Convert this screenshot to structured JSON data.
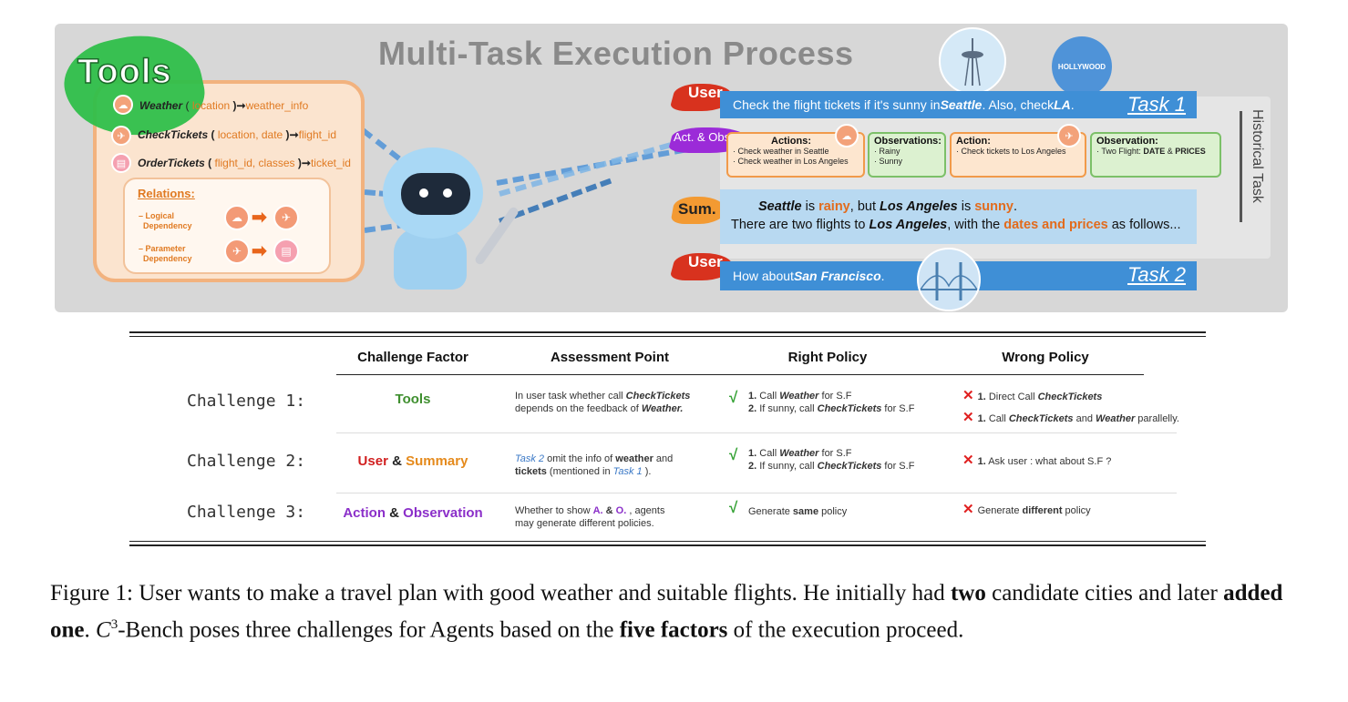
{
  "panel": {
    "title": "Multi-Task Execution Process",
    "tools_title": "Tools",
    "tools": [
      {
        "name": "Weather",
        "open": " ( ",
        "args": "location",
        "close": " )",
        "arrow": "➞",
        "output": "weather_info"
      },
      {
        "name": "CheckTickets",
        "open": " ( ",
        "args": "location, date",
        "close": " )",
        "arrow": "➞",
        "output": "flight_id"
      },
      {
        "name": "OrderTickets",
        "open": " ( ",
        "args": "flight_id, classes",
        "close": " )",
        "arrow": "➞",
        "output": "ticket_id"
      }
    ],
    "relations_title": "Relations:",
    "relations": [
      {
        "line1": "Logical",
        "line2": "Dependency"
      },
      {
        "line1": "Parameter",
        "line2": "Dependency"
      }
    ],
    "hollywood": "HOLLYWOOD",
    "user_label": "User",
    "ao_label": "Act. & Obs.",
    "sum_label": "Sum.",
    "task1": {
      "pre": "Check the flight tickets if it's sunny in ",
      "city": "Seattle",
      "mid": ". Also, check ",
      "city2": "LA",
      "end": ".",
      "tag": "Task 1"
    },
    "task2": {
      "pre": "How about ",
      "city": "San Francisco",
      "end": ".",
      "tag": "Task 2"
    },
    "historical": "Historical Task",
    "ao_boxes": [
      {
        "head": "Actions:",
        "lines": [
          "· Check weather in Seattle",
          "· Check weather in Los Angeles"
        ]
      },
      {
        "head": "Observations:",
        "lines": [
          "· Rainy",
          "· Sunny"
        ]
      },
      {
        "head": "Action:",
        "lines": [
          "· Check tickets to Los Angeles"
        ]
      },
      {
        "head": "Observation:",
        "line_pre": "· Two Flight: ",
        "line_b1": "DATE",
        "line_mid": " & ",
        "line_b2": "PRICES"
      }
    ],
    "summary": {
      "c1": "Seattle",
      "t1": " is ",
      "w1": "rainy",
      "t2": ", but ",
      "c2": "Los Angeles",
      "t3": " is ",
      "w2": "sunny",
      "t4": ".",
      "l2a": "There are two flights to ",
      "c3": "Los Angeles",
      "l2b": ", with the ",
      "w3": "dates and prices",
      "l2c": " as follows..."
    }
  },
  "table": {
    "headers": [
      "Challenge Factor",
      "Assessment Point",
      "Right Policy",
      "Wrong Policy"
    ],
    "rows": [
      {
        "label": "Challenge 1:",
        "factor": "Tools",
        "ap1": "In user task whether call ",
        "ap1b": "CheckTickets",
        "ap2": "depends on the feedback of ",
        "ap2b": "Weather.",
        "rp": [
          {
            "num": "1.",
            "pre": " Call ",
            "b": "Weather",
            "post": "  for S.F"
          },
          {
            "num": "2.",
            "pre": " If sunny, call ",
            "b": "CheckTickets",
            "post": "  for S.F"
          }
        ],
        "wp": [
          {
            "num": "1.",
            "pre": " Direct Call ",
            "b": "CheckTickets",
            "post": ""
          },
          {
            "num": "1.",
            "pre": " Call ",
            "b": "CheckTickets",
            "mid": " and ",
            "b2": "Weather",
            "post": "  parallelly."
          }
        ]
      },
      {
        "label": "Challenge 2:",
        "factor_a": "User",
        "factor_amp": " & ",
        "factor_b": "Summary",
        "ap1": "Task 2",
        "ap1b": "  omit the info of ",
        "ap1c": "weather",
        "ap1d": " and",
        "ap2": "tickets",
        "ap2b": " (mentioned in ",
        "ap2c": "Task 1",
        "ap2d": " ).",
        "rp": [
          {
            "num": "1.",
            "pre": " Call ",
            "b": "Weather",
            "post": "  for S.F"
          },
          {
            "num": "2.",
            "pre": " If sunny, call ",
            "b": "CheckTickets",
            "post": "  for S.F"
          }
        ],
        "wp": [
          {
            "num": "1.",
            "pre": " Ask user : what about S.F ?"
          }
        ]
      },
      {
        "label": "Challenge 3:",
        "factor_a": "Action",
        "factor_amp": " & ",
        "factor_b": "Observation",
        "ap1": "Whether to show ",
        "ap1b": "A.",
        "ap1c": " & ",
        "ap1d": "O.",
        "ap1e": " , agents",
        "ap2": "may generate different policies.",
        "rp_pre": "Generate ",
        "rp_b": "same",
        "rp_post": " policy",
        "wp_pre": "Generate ",
        "wp_b": "different",
        "wp_post": " policy"
      }
    ]
  },
  "caption": {
    "p1": "Figure 1: User wants to make a travel plan with good weather and suitable flights. He initially had ",
    "b1": "two",
    "p2": " candidate cities and later ",
    "b2": "added one",
    "p3": ". ",
    "math": "C",
    "sup": "3",
    "p4": "-Bench poses three challenges for Agents based on the ",
    "b3": "five factors",
    "p5": " of the execution proceed."
  },
  "colors": {
    "panel_bg": "#d7d7d7",
    "task_blue": "#3f8fd6",
    "summary_blue": "#b8d9f1",
    "tools_orange": "#e07a22",
    "tools_green": "#2fbf4a",
    "user_red": "#d8321e",
    "ao_purple": "#9b2bd8",
    "sum_orange": "#f39a32",
    "check_green": "#36a236",
    "cross_red": "#e02020"
  },
  "icons": [
    "weather-cloud-icon",
    "airplane-ticket-icon",
    "order-ticket-icon",
    "space-needle-icon",
    "hollywood-sign-icon",
    "golden-gate-bridge-icon",
    "robot-agent-icon",
    "wrench-icon",
    "checkmark-icon",
    "cross-icon"
  ]
}
